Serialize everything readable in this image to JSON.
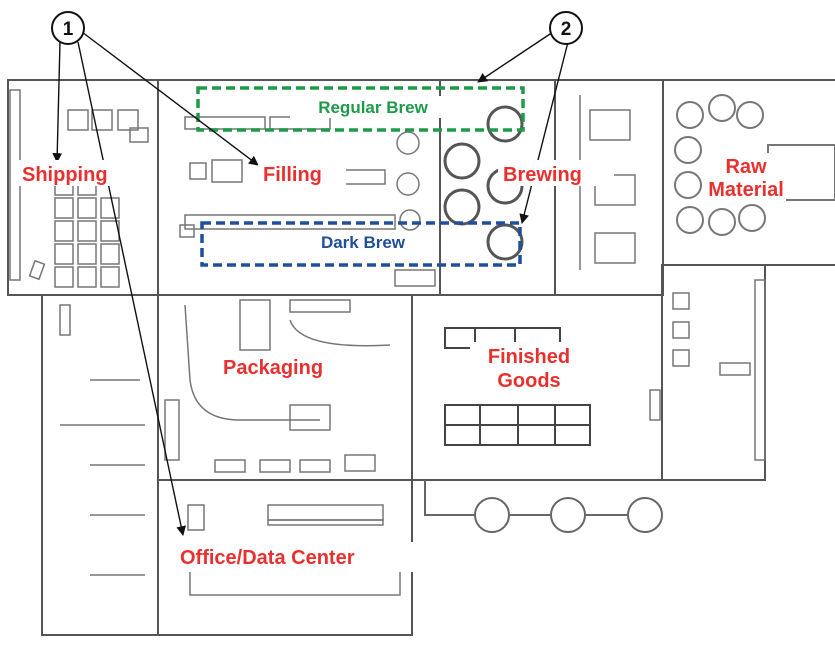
{
  "colors": {
    "area_label": "#e8312f",
    "regular_brew": "#1f9a4a",
    "dark_brew": "#1f4f9a",
    "walls": "#555555",
    "equipment": "#777777"
  },
  "callouts": {
    "one": "1",
    "two": "2"
  },
  "areas": {
    "shipping": "Shipping",
    "filling": "Filling",
    "brewing": "Brewing",
    "raw_material_line1": "Raw",
    "raw_material_line2": "Material",
    "packaging": "Packaging",
    "finished_goods_line1": "Finished",
    "finished_goods_line2": "Goods",
    "office_data_center": "Office/Data Center"
  },
  "zones": {
    "regular_brew": "Regular Brew",
    "dark_brew": "Dark Brew"
  }
}
